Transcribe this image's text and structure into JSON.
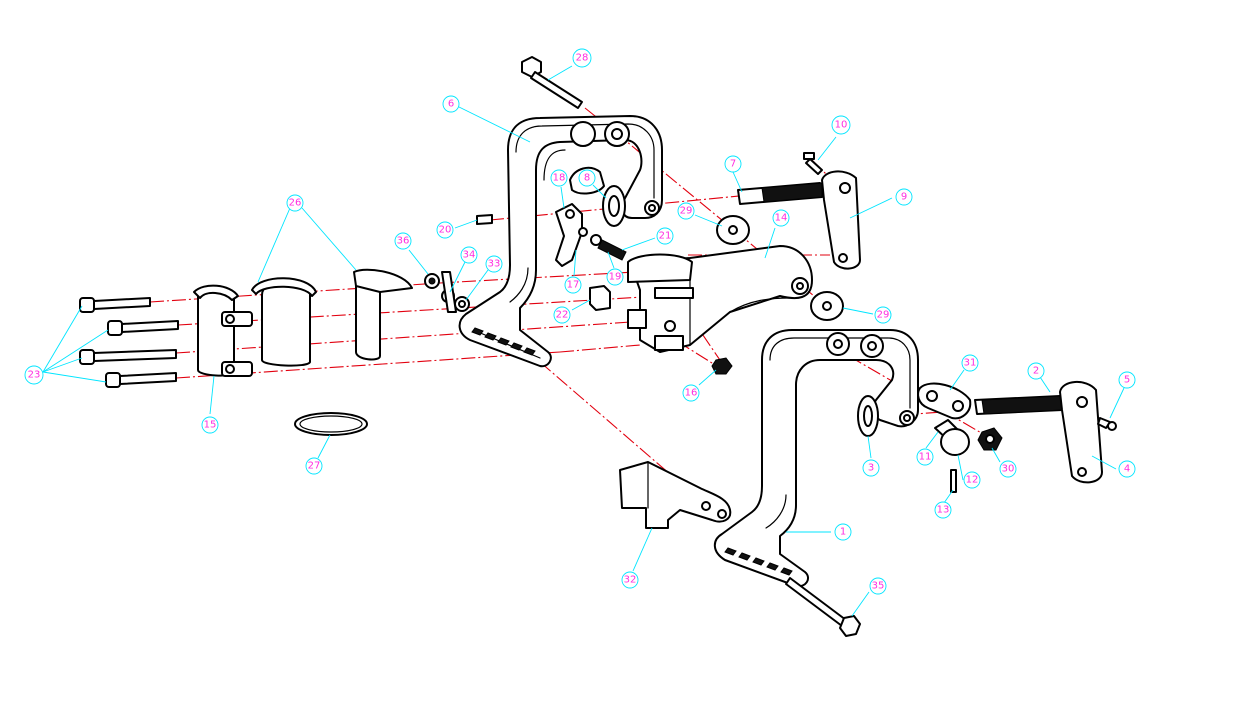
{
  "colors": {
    "part_outline": "#000000",
    "centerline": "#e2000f",
    "leader": "#00e5ff",
    "callout_number": "#ff2fe0"
  },
  "callouts": [
    {
      "id": "1",
      "label": "1"
    },
    {
      "id": "2",
      "label": "2"
    },
    {
      "id": "3",
      "label": "3"
    },
    {
      "id": "4",
      "label": "4"
    },
    {
      "id": "5",
      "label": "5"
    },
    {
      "id": "6",
      "label": "6"
    },
    {
      "id": "7",
      "label": "7"
    },
    {
      "id": "8",
      "label": "8"
    },
    {
      "id": "9",
      "label": "9"
    },
    {
      "id": "10",
      "label": "10"
    },
    {
      "id": "11",
      "label": "11"
    },
    {
      "id": "12",
      "label": "12"
    },
    {
      "id": "13",
      "label": "13"
    },
    {
      "id": "14",
      "label": "14"
    },
    {
      "id": "15",
      "label": "15"
    },
    {
      "id": "16",
      "label": "16"
    },
    {
      "id": "17",
      "label": "17"
    },
    {
      "id": "18",
      "label": "18"
    },
    {
      "id": "19",
      "label": "19"
    },
    {
      "id": "20",
      "label": "20"
    },
    {
      "id": "21",
      "label": "21"
    },
    {
      "id": "22",
      "label": "22"
    },
    {
      "id": "23",
      "label": "23"
    },
    {
      "id": "26",
      "label": "26"
    },
    {
      "id": "27",
      "label": "27"
    },
    {
      "id": "28",
      "label": "28"
    },
    {
      "id": "29a",
      "label": "29"
    },
    {
      "id": "29b",
      "label": "29"
    },
    {
      "id": "30",
      "label": "30"
    },
    {
      "id": "31",
      "label": "31"
    },
    {
      "id": "32",
      "label": "32"
    },
    {
      "id": "33",
      "label": "33"
    },
    {
      "id": "34",
      "label": "34"
    },
    {
      "id": "35",
      "label": "35"
    },
    {
      "id": "36",
      "label": "36"
    }
  ]
}
